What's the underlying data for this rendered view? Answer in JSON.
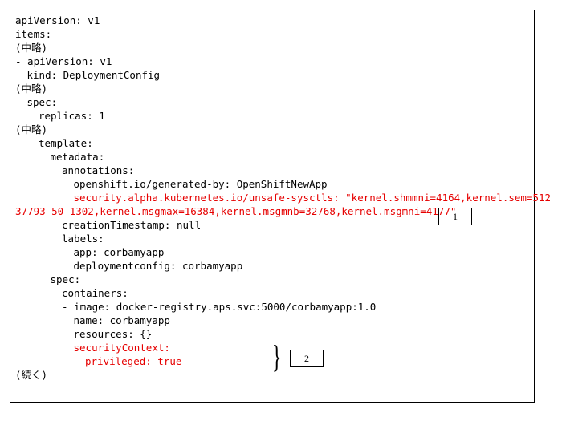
{
  "code_lines": [
    {
      "text": "apiVersion: v1",
      "indent": 0,
      "color": "black"
    },
    {
      "text": "items:",
      "indent": 0,
      "color": "black"
    },
    {
      "text": "(中略)",
      "indent": 0,
      "color": "black"
    },
    {
      "text": "- apiVersion: v1",
      "indent": 0,
      "color": "black"
    },
    {
      "text": "kind: DeploymentConfig",
      "indent": 1,
      "color": "black"
    },
    {
      "text": "(中略)",
      "indent": 0,
      "color": "black"
    },
    {
      "text": "spec:",
      "indent": 1,
      "color": "black"
    },
    {
      "text": "replicas: 1",
      "indent": 2,
      "color": "black"
    },
    {
      "text": "(中略)",
      "indent": 0,
      "color": "black"
    },
    {
      "text": "template:",
      "indent": 2,
      "color": "black"
    },
    {
      "text": "metadata:",
      "indent": 3,
      "color": "black"
    },
    {
      "text": "annotations:",
      "indent": 4,
      "color": "black"
    },
    {
      "text": "openshift.io/generated-by: OpenShiftNewApp",
      "indent": 5,
      "color": "black"
    },
    {
      "text": "security.alpha.kubernetes.io/unsafe-sysctls: \"kernel.shmmni=4164,kernel.sem=512",
      "indent": 5,
      "color": "red"
    },
    {
      "text": "37793 50 1302,kernel.msgmax=16384,kernel.msgmnb=32768,kernel.msgmni=4177\"",
      "indent": 0,
      "color": "red"
    },
    {
      "text": "creationTimestamp: null",
      "indent": 4,
      "color": "black"
    },
    {
      "text": "labels:",
      "indent": 4,
      "color": "black"
    },
    {
      "text": "app: corbamyapp",
      "indent": 5,
      "color": "black"
    },
    {
      "text": "deploymentconfig: corbamyapp",
      "indent": 5,
      "color": "black"
    },
    {
      "text": "spec:",
      "indent": 3,
      "color": "black"
    },
    {
      "text": "containers:",
      "indent": 4,
      "color": "black"
    },
    {
      "text": "- image: docker-registry.aps.svc:5000/corbamyapp:1.0",
      "indent": 4,
      "color": "black"
    },
    {
      "text": "name: corbamyapp",
      "indent": 5,
      "color": "black"
    },
    {
      "text": "resources: {}",
      "indent": 5,
      "color": "black"
    },
    {
      "text": "securityContext:",
      "indent": 5,
      "color": "red"
    },
    {
      "text": "privileged: true",
      "indent": 6,
      "color": "red"
    },
    {
      "text": "(続く)",
      "indent": 0,
      "color": "black"
    }
  ],
  "callouts": [
    {
      "label": "1"
    },
    {
      "label": "2"
    }
  ],
  "colors": {
    "highlight": "#e60000",
    "text": "#000000",
    "background": "#ffffff"
  }
}
